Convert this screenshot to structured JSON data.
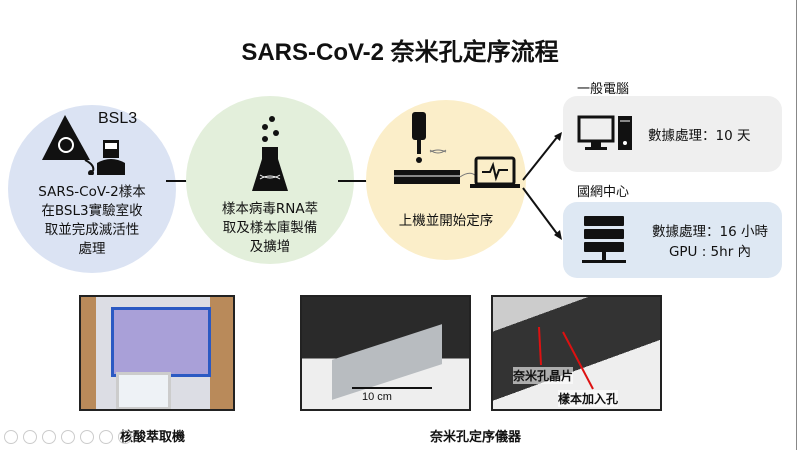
{
  "title": "SARS-CoV-2 奈米孔定序流程",
  "steps": [
    {
      "badge": "BSL3",
      "lines": [
        "SARS-CoV-2樣本",
        "在BSL3實驗室收",
        "取並完成滅活性",
        "處理"
      ],
      "color": "#dbe3f3"
    },
    {
      "lines": [
        "樣本病毒RNA萃",
        "取及樣本庫製備",
        "及擴增"
      ],
      "color": "#e3efdb"
    },
    {
      "lines": [
        "上機並開始定序"
      ],
      "color": "#fbeec9"
    }
  ],
  "outputs": [
    {
      "label": "一般電腦",
      "text": [
        "數據處理：10 天"
      ],
      "color": "#efefef"
    },
    {
      "label": "國網中心",
      "text": [
        "數據處理：16 小時",
        "GPU : 5hr 內"
      ],
      "color": "#dee8f3"
    }
  ],
  "photos": {
    "scale_label": "10 cm",
    "annot1": "奈米孔晶片",
    "annot2": "樣本加入孔"
  },
  "captions": [
    "核酸萃取機",
    "奈米孔定序儀器"
  ]
}
